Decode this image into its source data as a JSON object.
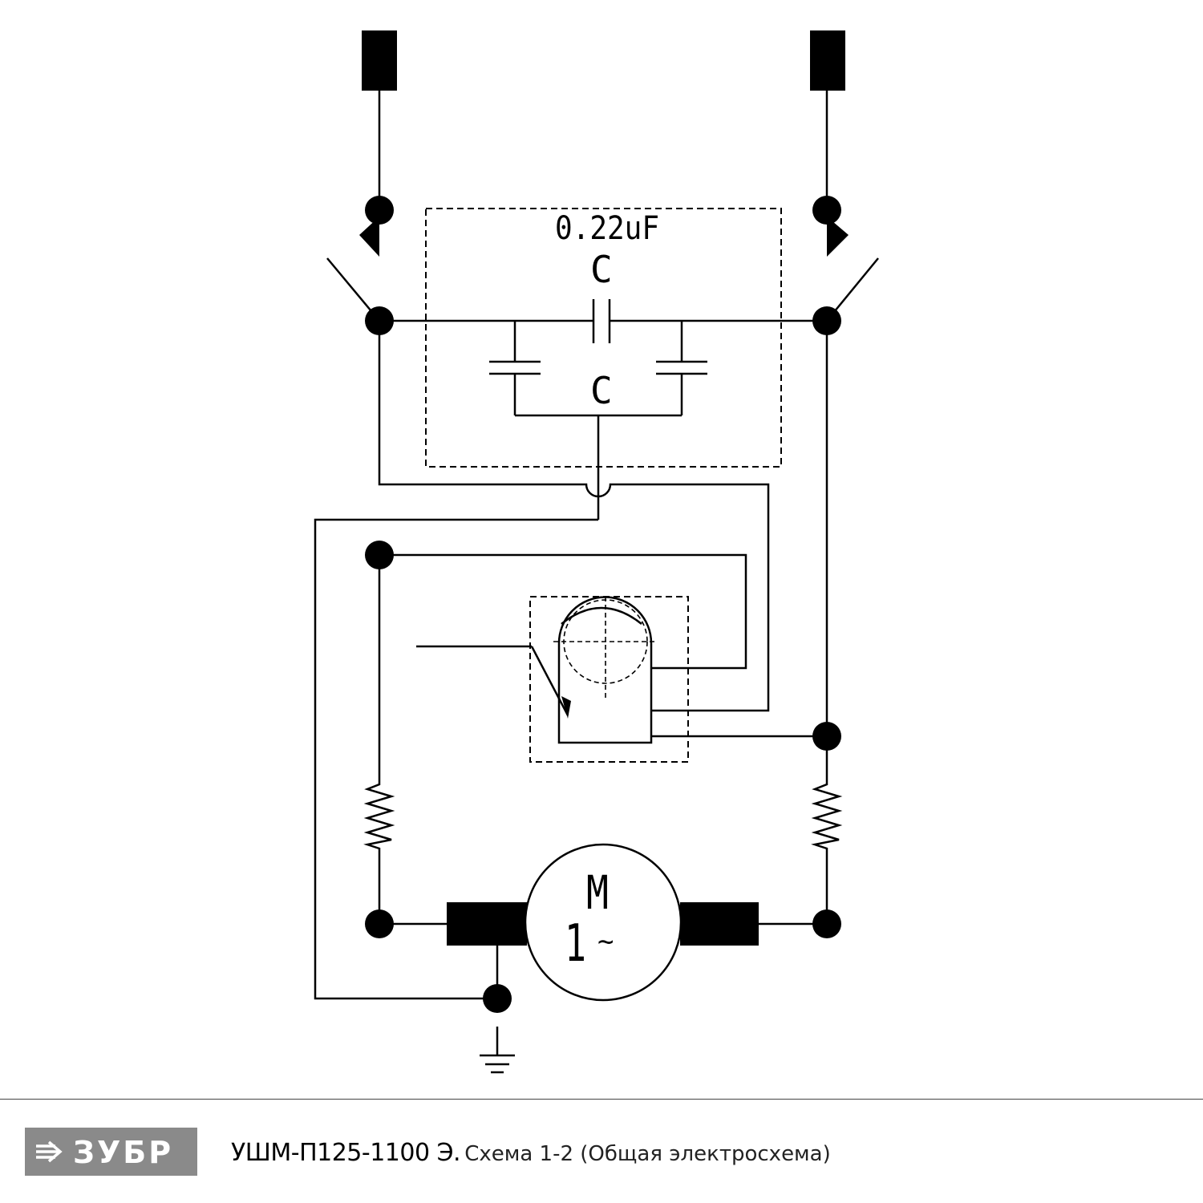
{
  "diagram": {
    "capacitor_value_label": "0.22uF",
    "capacitor_label_top": "C",
    "capacitor_label_bottom": "C",
    "motor_label_letter": "M",
    "motor_label_phase": "1",
    "motor_label_ac": "~"
  },
  "footer": {
    "logo_text": "ЗУБР",
    "model": "УШМ-П125-1100 Э.",
    "description": "Схема 1-2 (Общая электросхема)"
  },
  "colors": {
    "ink": "#000000",
    "logo_background": "#8a8a8a",
    "logo_foreground": "#ffffff"
  }
}
